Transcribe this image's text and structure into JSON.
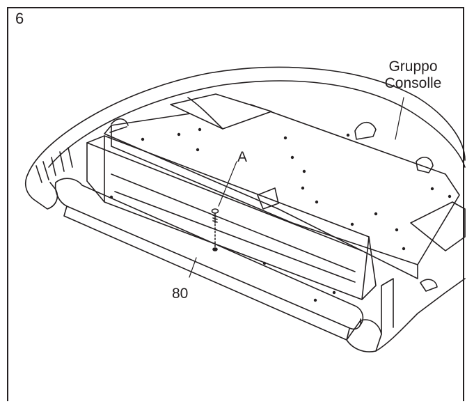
{
  "step_number": "6",
  "labels": {
    "console_line1": "Gruppo",
    "console_line2": "Consolle",
    "screw": "A",
    "part": "80"
  }
}
